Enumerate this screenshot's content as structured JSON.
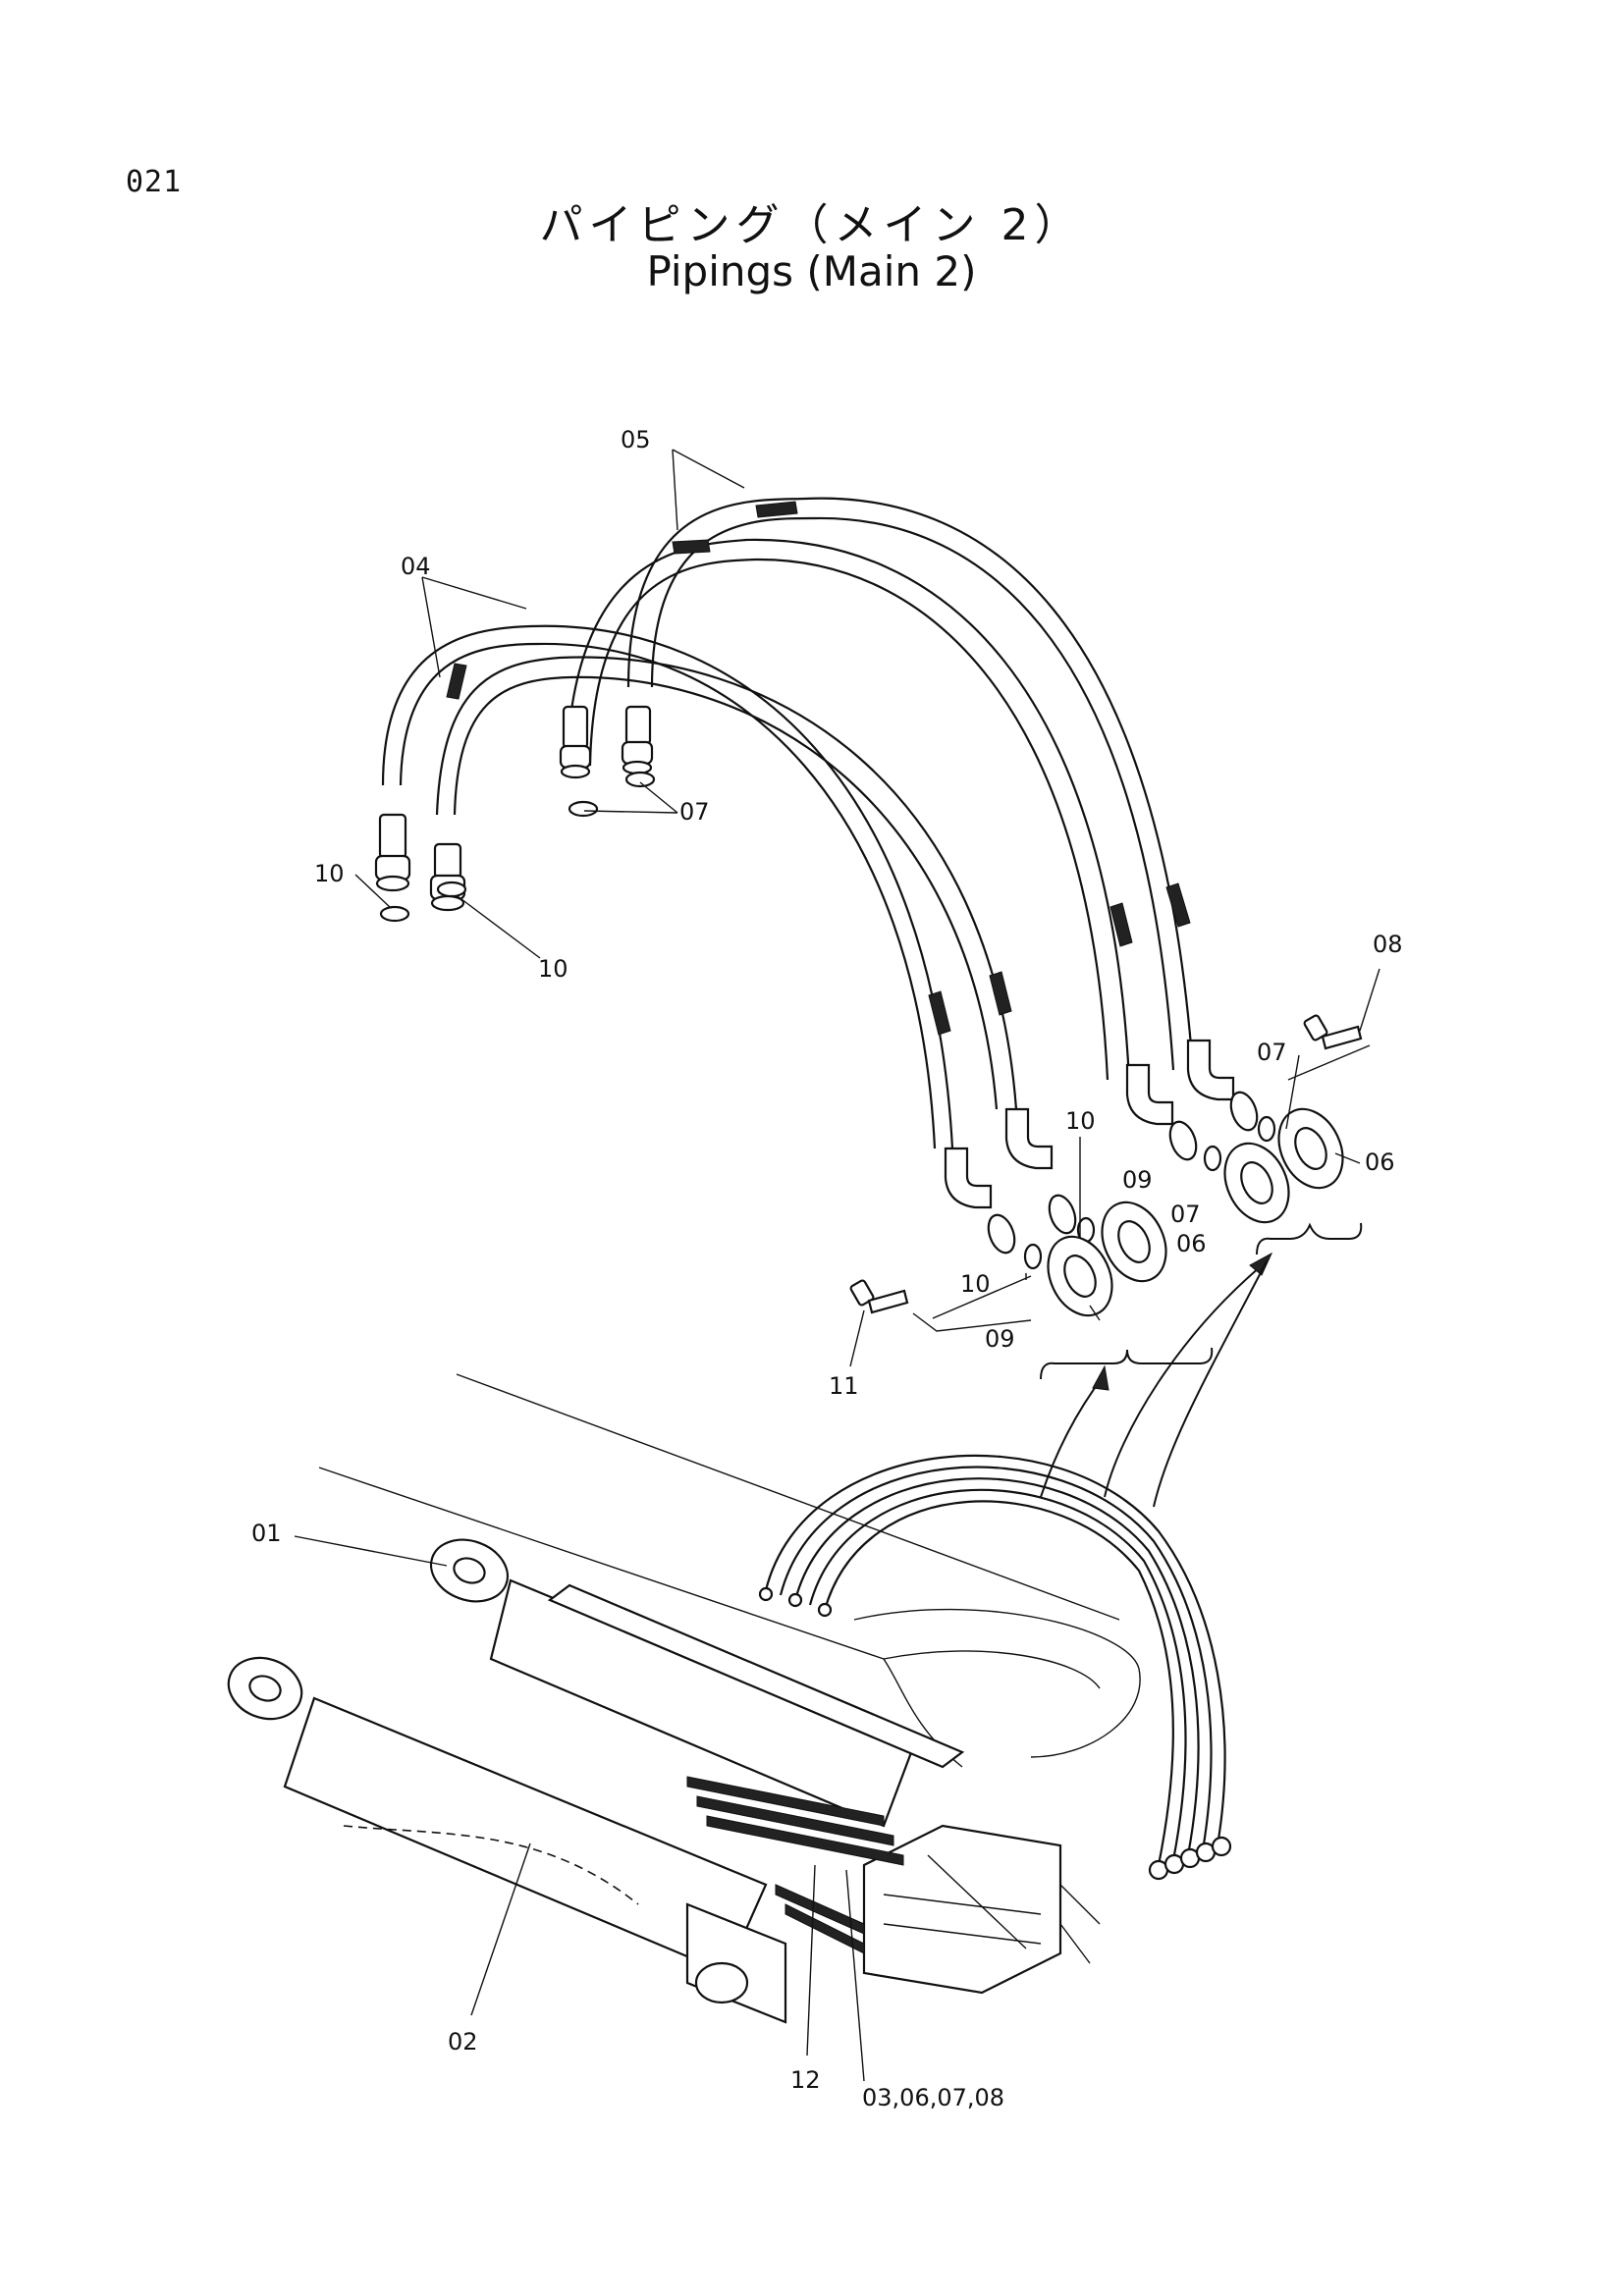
{
  "page_number": "021",
  "title_jp": "パイピング（メイン 2）",
  "title_en": "Pipings (Main 2)",
  "callouts": {
    "c01": "01",
    "c02": "02",
    "c03": "03,06,07,08",
    "c04": "04",
    "c05": "05",
    "c06a": "06",
    "c06b": "06",
    "c07a": "07",
    "c07b": "07",
    "c07c": "07",
    "c08": "08",
    "c09a": "09",
    "c09b": "09",
    "c10a": "10",
    "c10b": "10",
    "c10c": "10",
    "c10d": "10",
    "c11": "11",
    "c12": "12"
  }
}
